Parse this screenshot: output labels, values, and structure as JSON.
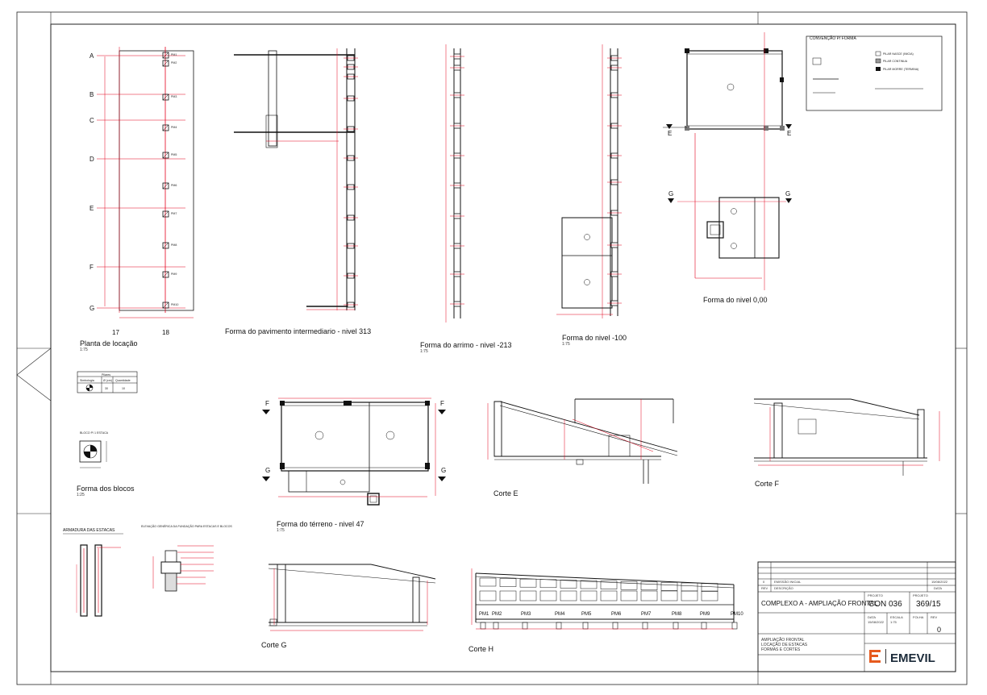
{
  "views": {
    "planta": {
      "title": "Planta de locação",
      "scale": "1:75"
    },
    "pavimento": {
      "title": "Forma do pavimento intermediario - nivel 313"
    },
    "arrimo": {
      "title": "Forma do arrimo - nivel -213",
      "scale": "1:75"
    },
    "nivel100": {
      "title": "Forma do nivel -100",
      "scale": "1:75"
    },
    "nivel0": {
      "title": "Forma do nivel 0,00"
    },
    "blocos": {
      "title": "Forma dos blocos",
      "scale": "1:25"
    },
    "terreno": {
      "title": "Forma do térreno - nivel 47",
      "scale": "1:75"
    },
    "corteE": {
      "title": "Corte E"
    },
    "corteF": {
      "title": "Corte F"
    },
    "corteG": {
      "title": "Corte G"
    },
    "corteH": {
      "title": "Corte H"
    }
  },
  "grid_rows": [
    "A",
    "B",
    "C",
    "D",
    "E",
    "F",
    "G"
  ],
  "grid_cols": [
    "17",
    "18"
  ],
  "pm_labels": [
    "PM1",
    "PM2",
    "PM3",
    "PM4",
    "PM5",
    "PM6",
    "PM7",
    "PM8",
    "PM9",
    "PM10"
  ],
  "corteH_labels": [
    "PM1",
    "PM2",
    "PM3",
    "PM4",
    "PM5",
    "PM6",
    "PM7",
    "PM8",
    "PM9",
    "PM10"
  ],
  "section_marks": {
    "e": "E",
    "f": "F",
    "g": "G"
  },
  "convencao": {
    "title": "CONVENÇÃO P/ FORMA",
    "items": [
      "PILAR NASCE (INICIA)",
      "PILAR CONTINUA",
      "PILAR MORRE (TERMINA)"
    ]
  },
  "blocos_table": {
    "header": "Pilares",
    "cols": [
      "Simbologia",
      "Ø (cm)",
      "Quantidade"
    ],
    "row": [
      "",
      "30",
      "10"
    ]
  },
  "bloco_label": "BLOCO P/ 1 ESTACA",
  "armadura": {
    "title": "ARMADURA DAS ESTACAS"
  },
  "elevacao": {
    "title": "ELEVAÇÃO GENÉRICA DA FUNDAÇÃO PARA ESTACAS E BLOCOS"
  },
  "title_block": {
    "rev_row": [
      "0",
      "EMISSÃO INICIAL",
      "15/08/2022"
    ],
    "rev_header": [
      "REV",
      "DESCRIÇÃO",
      "DATA"
    ],
    "project": "COMPLEXO A - AMPLIAÇÃO FRONTAL",
    "code_label": "PROJETO",
    "code": "CON 036",
    "sheet_label": "PROJETO",
    "sheet": "369/15",
    "date_label": "DATA",
    "date": "15/08/2022",
    "scale_label": "ESCALA",
    "scale": "1:75",
    "folha_label": "FOLHA",
    "rev_label": "REV",
    "rev": "0",
    "desc_lines": [
      "AMPLIAÇÃO FRONTAL",
      "LOCAÇÃO DE ESTACAS",
      "FORMAS E CORTES"
    ],
    "company": "EMEVIL"
  },
  "colors": {
    "accent": "#e3001b",
    "ink": "#111111",
    "brand": "#e65a1e"
  }
}
